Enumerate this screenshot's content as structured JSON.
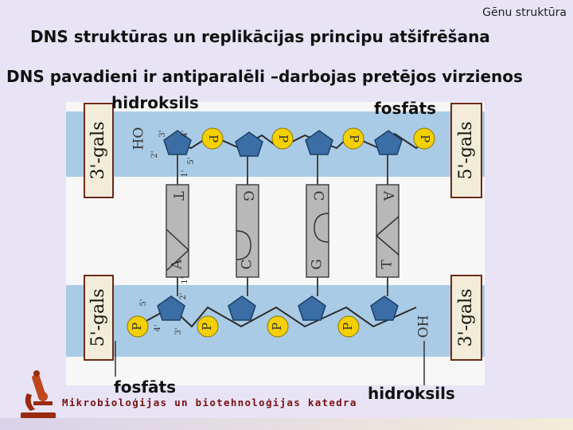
{
  "header": {
    "section": "Gēnu struktūra",
    "title": "DNS struktūras un replikācijas principu atšifrēšana",
    "subtitle": "DNS pavadieni ir antiparalēli –darbojas pretējos virzienos"
  },
  "labels": {
    "hydroxyl": "hidroksils",
    "phosphate": "fosfāts"
  },
  "diagram": {
    "end_3": "3'-gals",
    "end_5": "5'-gals",
    "ho": "HO",
    "oh": "OH",
    "phosphate_symbol": "P",
    "top_carbons": [
      "3'",
      "2'",
      "4'",
      "5'",
      "1'"
    ],
    "bottom_carbons": [
      "5'",
      "4'",
      "3'",
      "2'",
      "1'"
    ],
    "base_pairs": [
      {
        "top": "T",
        "bottom": "A"
      },
      {
        "top": "G",
        "bottom": "C"
      },
      {
        "top": "C",
        "bottom": "G"
      },
      {
        "top": "A",
        "bottom": "T"
      }
    ],
    "colors": {
      "strand_band": "#a9cbe6",
      "sugar": "#3a6ea5",
      "phosphate": "#f5d000",
      "base": "#b8b8b8"
    }
  },
  "footer": {
    "text": "Mikrobioloģijas un biotehnoloģijas katedra",
    "logo_icon": "microscope-icon"
  }
}
